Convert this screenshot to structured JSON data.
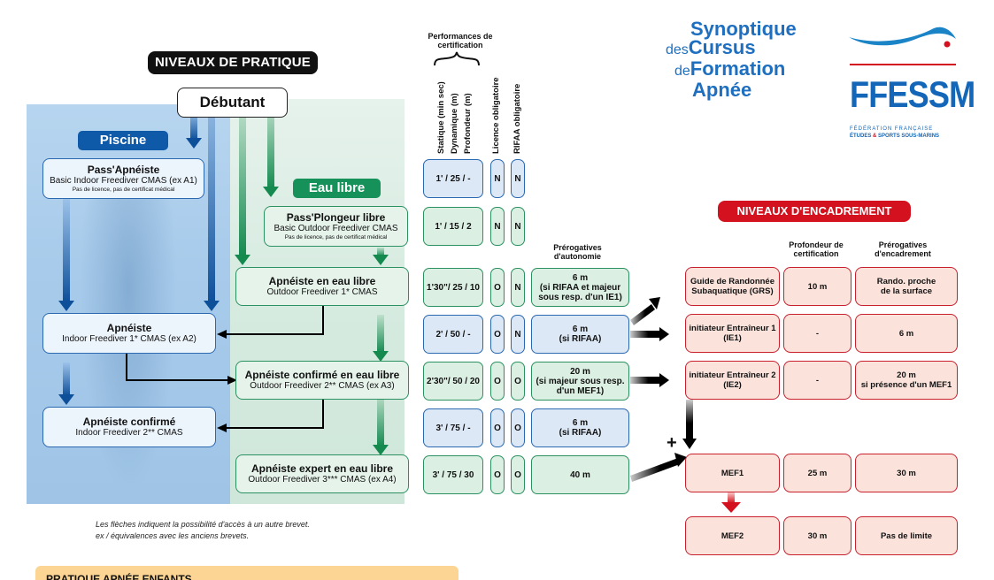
{
  "header": {
    "niveaux_pratique": "NIVEAUX DE PRATIQUE",
    "niveaux_encadrement": "NIVEAUX D'ENCADREMENT",
    "debutant": "Débutant",
    "piscine": "Piscine",
    "eau_libre": "Eau libre"
  },
  "logo": {
    "line1": "Synoptique",
    "line2_small": "des",
    "line2": "Cursus",
    "line3_small": "de",
    "line3": "Formation",
    "line4": "Apnée",
    "brand": "FFESSM",
    "brand_sub1": "FÉDÉRATION FRANÇAISE",
    "brand_sub2_a": "ÉTUDES",
    "brand_sub2_amp": "&",
    "brand_sub2_b": "SPORTS SOUS-MARINS",
    "colors": {
      "blue": "#1467b8",
      "red": "#d4121f"
    }
  },
  "columns": {
    "performances": "Performances de certification",
    "statique": "Statique (min sec)",
    "dynamique": "Dynamique (m)",
    "profondeur": "Profondeur (m)",
    "licence": "Licence obligatoire",
    "rifaa": "RIFAA obligatoire",
    "prerogatives_autonomie": "Prérogatives d'autonomie",
    "profondeur_certif": "Profondeur de certification",
    "prerogatives_encadrement": "Prérogatives d'encadrement"
  },
  "levels": [
    {
      "title": "Pass'Apnéiste",
      "sub": "Basic Indoor Freediver CMAS (ex A1)",
      "tiny": "Pas de licence, pas de certificat médical",
      "zone": "piscine",
      "perf": "1' / 25 / -",
      "licence": "N",
      "rifaa": "N",
      "autonomie": ""
    },
    {
      "title": "Pass'Plongeur libre",
      "sub": "Basic Outdoor Freediver CMAS",
      "tiny": "Pas de licence, pas de certificat médical",
      "zone": "eau_libre",
      "perf": "1' / 15 / 2",
      "licence": "N",
      "rifaa": "N",
      "autonomie": ""
    },
    {
      "title": "Apnéiste en eau libre",
      "sub": "Outdoor Freediver 1* CMAS",
      "zone": "eau_libre",
      "perf": "1'30\"/ 25 / 10",
      "licence": "O",
      "rifaa": "N",
      "autonomie": "6 m\n(si RIFAA et majeur\nsous resp. d'un IE1)"
    },
    {
      "title": "Apnéiste",
      "sub": "Indoor Freediver 1* CMAS (ex A2)",
      "zone": "piscine",
      "perf": "2' / 50 / -",
      "licence": "O",
      "rifaa": "N",
      "autonomie": "6 m\n(si RIFAA)"
    },
    {
      "title": "Apnéiste confirmé en eau libre",
      "sub": "Outdoor Freediver 2** CMAS (ex A3)",
      "zone": "eau_libre",
      "perf": "2'30\"/ 50 / 20",
      "licence": "O",
      "rifaa": "O",
      "autonomie": "20 m\n(si majeur sous resp.\nd'un MEF1)"
    },
    {
      "title": "Apnéiste confirmé",
      "sub": "Indoor Freediver 2** CMAS",
      "zone": "piscine",
      "perf": "3' / 75 / -",
      "licence": "O",
      "rifaa": "O",
      "autonomie": "6 m\n(si RIFAA)"
    },
    {
      "title": "Apnéiste expert en eau libre",
      "sub": "Outdoor Freediver 3*** CMAS (ex A4)",
      "zone": "eau_libre",
      "perf": "3' / 75 / 30",
      "licence": "O",
      "rifaa": "O",
      "autonomie": "40 m"
    }
  ],
  "encadrement": [
    {
      "name": "Guide de Randonnée\nSubaquatique (GRS)",
      "profondeur": "10 m",
      "prerogatives": "Rando. proche\nde la surface"
    },
    {
      "name": "initiateur Entraîneur 1\n(IE1)",
      "profondeur": "-",
      "prerogatives": "6 m"
    },
    {
      "name": "initiateur Entraîneur 2\n(IE2)",
      "profondeur": "-",
      "prerogatives": "20 m\nsi présence d'un MEF1"
    },
    {
      "name": "MEF1",
      "profondeur": "25 m",
      "prerogatives": "30 m"
    },
    {
      "name": "MEF2",
      "profondeur": "30 m",
      "prerogatives": "Pas de limite"
    }
  ],
  "plus_sign": "+",
  "notes": {
    "line1": "Les flèches indiquent la possibilité d'accès à un autre brevet.",
    "line2": "ex / équivalences avec les anciens brevets."
  },
  "bottom_section": "PRATIQUE APNÉE ENFANTS"
}
